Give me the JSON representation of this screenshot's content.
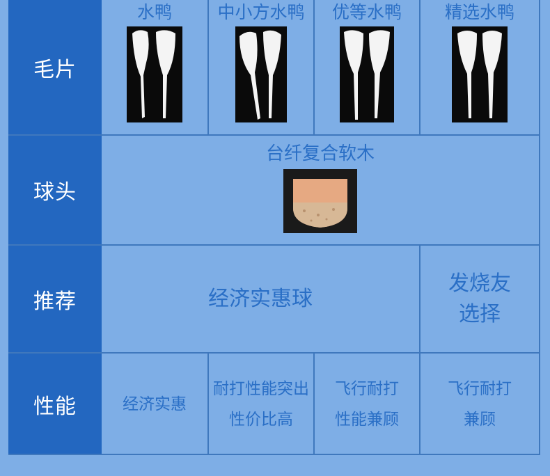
{
  "rows": {
    "feather": {
      "label": "毛片",
      "items": [
        {
          "title": "水鸭"
        },
        {
          "title": "中小方水鸭"
        },
        {
          "title": "优等水鸭"
        },
        {
          "title": "精选水鸭"
        }
      ]
    },
    "head": {
      "label": "球头",
      "material": "台纤复合软木"
    },
    "recommend": {
      "label": "推荐",
      "left": "经济实惠球",
      "right_line1": "发烧友",
      "right_line2": "选择"
    },
    "performance": {
      "label": "性能",
      "cells": [
        {
          "line1": "经济实惠",
          "line2": ""
        },
        {
          "line1": "耐打性能突出",
          "line2": "性价比高"
        },
        {
          "line1": "飞行耐打",
          "line2": "性能兼顾"
        },
        {
          "line1": "飞行耐打",
          "line2": "兼顾"
        }
      ]
    }
  },
  "colors": {
    "background": "#7eaee6",
    "label_bg": "#2367c0",
    "text": "#2a6fc6"
  }
}
